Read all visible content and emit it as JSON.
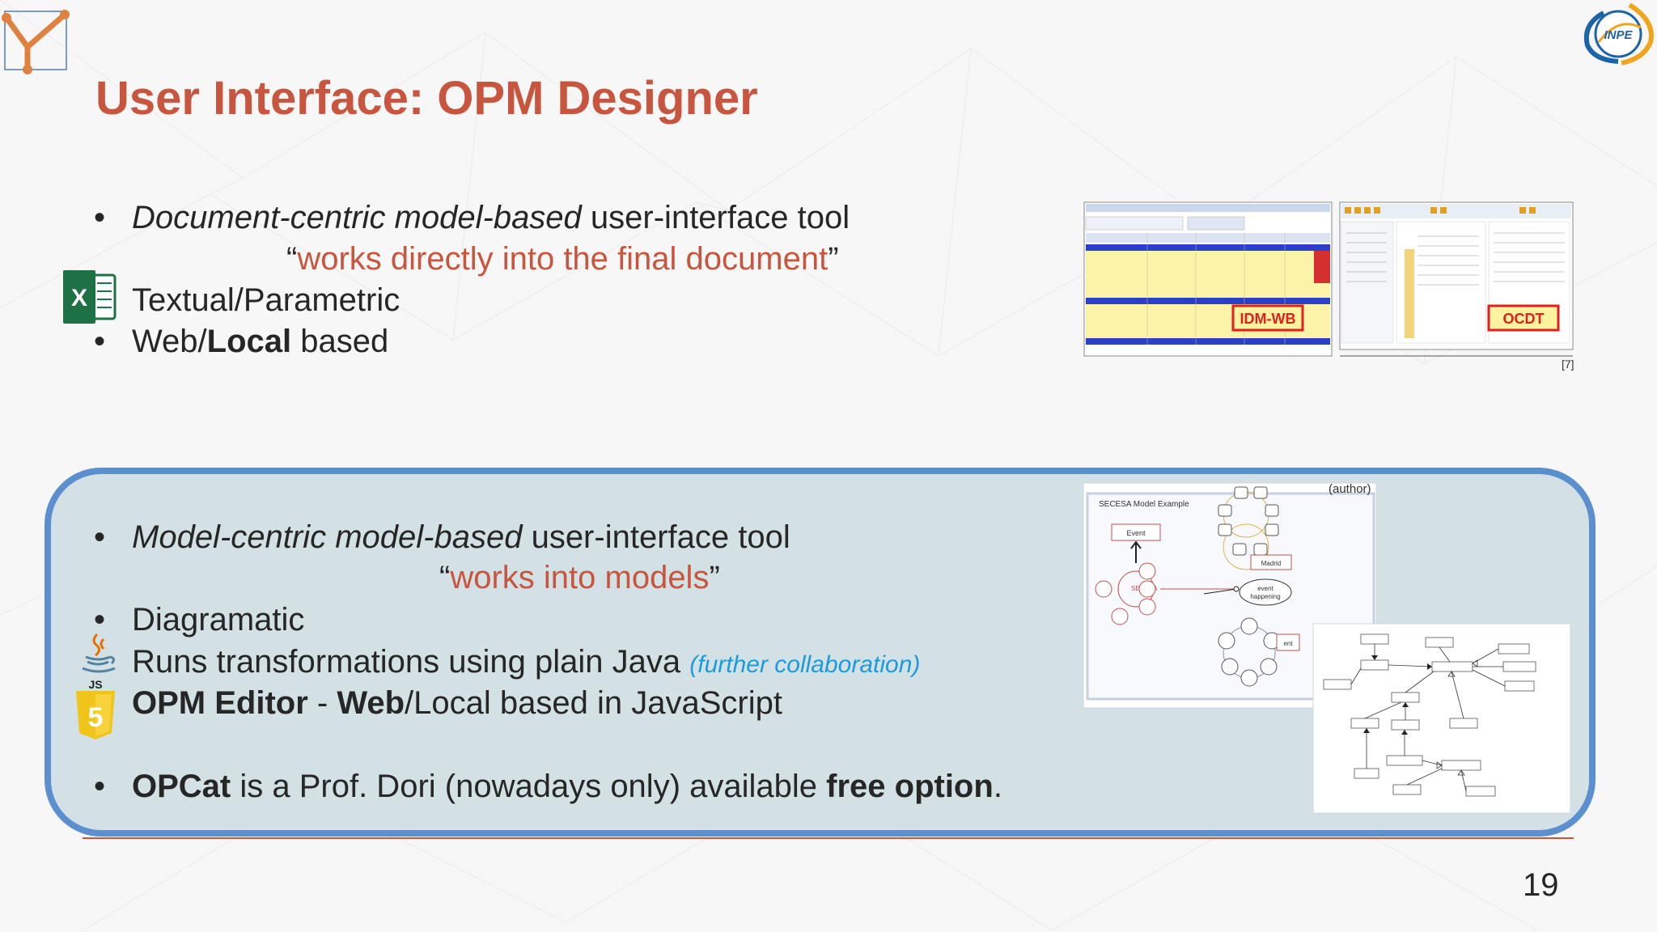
{
  "slide": {
    "title": "User Interface: OPM Designer",
    "page_number": "19"
  },
  "section_top": {
    "line1_italic": "Document-centric model-based",
    "line1_rest": " user-interface tool",
    "quote_open": "“",
    "quote_text": "works directly into the final document",
    "quote_close": "”",
    "line3": "Textual/Parametric",
    "line4_pre": "Web/",
    "line4_bold": "Local",
    "line4_post": " based",
    "screenshot_label_1": "IDM-WB",
    "screenshot_label_2": "OCDT",
    "ref": "[7]"
  },
  "section_bottom": {
    "line1_italic": "Model-centric model-based",
    "line1_rest": " user-interface tool",
    "quote_open": "“",
    "quote_text": "works into models",
    "quote_close": "”",
    "line3": "Diagramatic",
    "line4": "Runs transformations using plain Java ",
    "line4_aside": "(further collaboration)",
    "line5_bold1": "OPM Editor",
    "line5_sep": " - ",
    "line5_bold2": "Web",
    "line5_rest": "/Local based in JavaScript",
    "line6_bold1": "OPCat",
    "line6_mid": " is a Prof. Dori (nowadays only) available ",
    "line6_bold2": "free option",
    "line6_end": ".",
    "diagram_credit": "(author)",
    "diagram_title": "SECESA Model Example"
  },
  "icons": {
    "bullet_char": "•",
    "excel_icon": "excel-icon",
    "java_icon": "java-icon",
    "js_icon": "js-icon",
    "js_label": "JS",
    "js_number": "5"
  },
  "colors": {
    "title": "#c8553d",
    "quote": "#c8553d",
    "aside": "#1a9be0",
    "box_border": "#5b8fcf",
    "box_fill": "#d3e1e5"
  }
}
